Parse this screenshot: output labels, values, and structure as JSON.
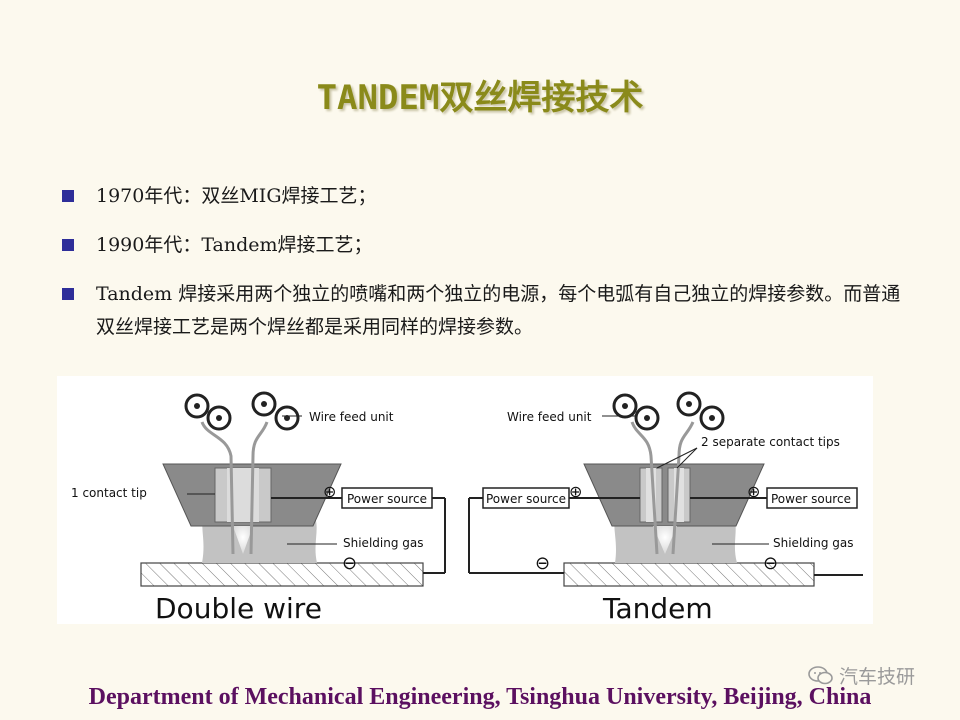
{
  "slide": {
    "title": "TANDEM双丝焊接技术",
    "bullets": [
      "1970年代：双丝MIG焊接工艺；",
      "1990年代：Tandem焊接工艺；",
      "Tandem 焊接采用两个独立的喷嘴和两个独立的电源，每个电弧有自己独立的焊接参数。而普通双丝焊接工艺是两个焊丝都是采用同样的焊接参数。"
    ],
    "footer": "Department of Mechanical Engineering, Tsinghua University, Beijing, China",
    "watermark": "汽车技研"
  },
  "figure": {
    "left": {
      "caption": "Double wire",
      "wire_feed_label": "Wire feed unit",
      "contact_label": "1 contact  tip",
      "power_label": "Power source",
      "gas_label": "Shielding gas",
      "plus": "⊕",
      "minus": "⊖"
    },
    "right": {
      "caption": "Tandem",
      "wire_feed_label": "Wire feed unit",
      "contact_label": "2 separate contact tips",
      "power_left_label": "Power source",
      "power_right_label": "Power source",
      "gas_label": "Shielding gas",
      "plus": "⊕",
      "minus": "⊖"
    }
  }
}
